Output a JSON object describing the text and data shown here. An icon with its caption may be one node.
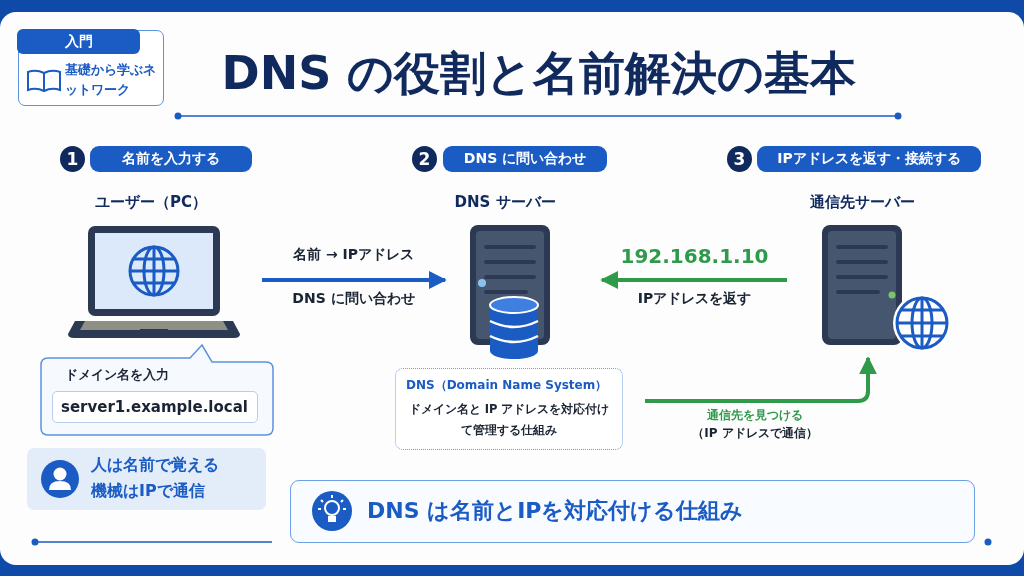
{
  "diagram": {
    "title": "DNS の役割と名前解決の基本",
    "nodes": [
      {
        "text": [
          "入門",
          "基礎から学ぶネットワーク"
        ]
      },
      {
        "text": [
          "1"
        ]
      },
      {
        "text": [
          "名前を入力する"
        ]
      },
      {
        "text": [
          "2"
        ]
      },
      {
        "text": [
          "DNS に問い合わせ"
        ]
      },
      {
        "text": [
          "3"
        ]
      },
      {
        "text": [
          "IPアドレスを返す・接続する"
        ]
      },
      {
        "text": [
          "ユーザー（PC）"
        ]
      },
      {
        "text": [
          "DNS サーバー"
        ]
      },
      {
        "text": [
          "通信先サーバー"
        ]
      },
      {
        "text": [
          "ドメイン名を入力"
        ]
      },
      {
        "text": [
          "server1.example.local"
        ],
        "in": 10
      },
      {
        "text": [
          "DNS（Domain Name System）",
          "ドメイン名と IP アドレスを対応付けて管理する仕組み"
        ]
      },
      {
        "text": [
          "人は名前で覚える機械はIPで通信"
        ]
      },
      {
        "text": [
          "DNS は名前とIPを対応付ける仕組み"
        ]
      }
    ],
    "edges": [
      {
        "from": 7,
        "to": 8,
        "arrow": "to",
        "label": "名前 → IPアドレス",
        "color": "#1a5bc4"
      },
      {
        "from": 9,
        "to": 8,
        "arrow": "to",
        "label": "192.168.1.10"
      },
      {
        "from": null,
        "to": 9,
        "arrow": "to",
        "label": "通信先を見つける"
      }
    ],
    "labels": [
      "DNS に問い合わせ",
      "IPアドレスを返す",
      "（IP アドレスで通信）"
    ]
  }
}
